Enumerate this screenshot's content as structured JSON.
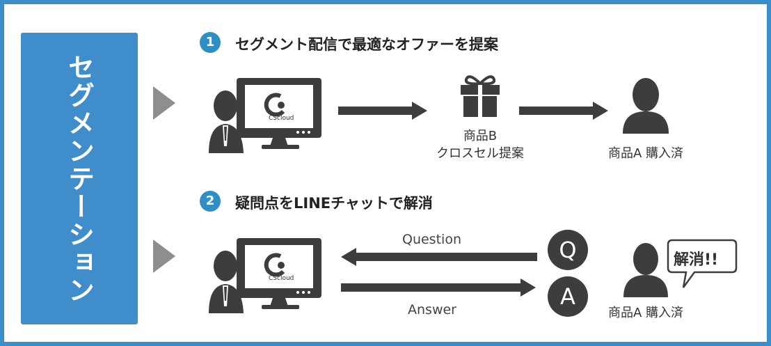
{
  "sidebar": {
    "title": "セグメンテーション"
  },
  "steps": [
    {
      "number": "1",
      "title": "セグメント配信で最適なオファーを提案"
    },
    {
      "number": "2",
      "title": "疑問点をLINEチャットで解消"
    }
  ],
  "monitor_logo": "CScloud",
  "step1": {
    "gift_label_line1": "商品B",
    "gift_label_line2": "クロスセル提案",
    "customer_label": "商品A 購入済"
  },
  "step2": {
    "question_label": "Question",
    "answer_label": "Answer",
    "q_letter": "Q",
    "a_letter": "A",
    "customer_label": "商品A 購入済",
    "bubble_text": "解消!!"
  },
  "colors": {
    "accent": "#3f8ecb",
    "badge": "#2f8fc4",
    "dark": "#3d3d3d",
    "triangle": "#8e8e8e"
  }
}
